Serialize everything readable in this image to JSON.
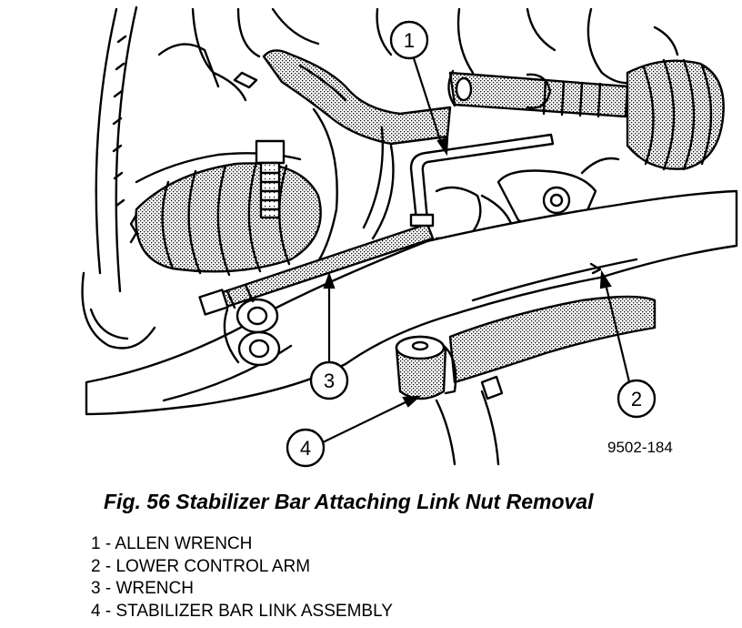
{
  "figure": {
    "id_code": "9502-184",
    "callouts": [
      {
        "num": "1",
        "part": "ALLEN WRENCH"
      },
      {
        "num": "2",
        "part": "LOWER CONTROL ARM"
      },
      {
        "num": "3",
        "part": "WRENCH"
      },
      {
        "num": "4",
        "part": "STABILIZER BAR LINK ASSEMBLY"
      }
    ]
  },
  "caption": "Fig. 56 Stabilizer Bar Attaching Link Nut Removal",
  "legend": [
    "1 - ALLEN WRENCH",
    "2 - LOWER CONTROL ARM",
    "3 - WRENCH",
    "4 - STABILIZER BAR LINK ASSEMBLY"
  ]
}
